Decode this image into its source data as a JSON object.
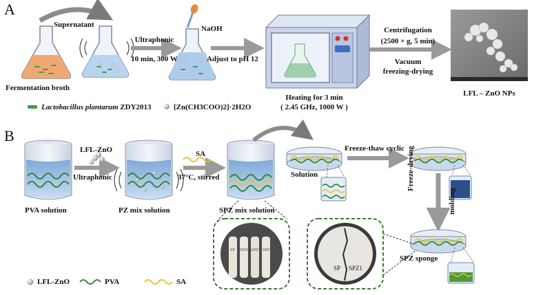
{
  "panel_a": {
    "letter": "A",
    "supernatant": "Supernatant",
    "fermentation_broth": "Fermentation broth",
    "ultraphonic": "Ultraphonic",
    "ultraphonic_cond": "10 min, 300 W",
    "naoh": "NaOH",
    "adjust_ph": "Adjust to pH 12",
    "heating_line1": "Heating for 3 min",
    "heating_line2": "( 2.45 GHz, 1000 W )",
    "centrifugation_line1": "Centrifugation",
    "centrifugation_line2": "(2500 × g, 5 min)",
    "vacuum_line1": "Vacuum",
    "vacuum_line2": "freezing-drying",
    "product": "LFL – ZnO NPs",
    "legend_bacteria": "Lactobacillus plantarum",
    "legend_bacteria_strain": "ZDY2013",
    "legend_zinc": "[Zn(CH3COO)2]·2H2O"
  },
  "panel_b": {
    "letter": "B",
    "pva_solution": "PVA solution",
    "lfl_zno": "LFL-ZnO",
    "ultraphonic": "Ultraphonic",
    "pz_mix": "PZ mix solution",
    "sa": "SA",
    "stir_cond": "37°C, stirred",
    "spz_mix": "SPZ mix solution",
    "solution": "Solution",
    "freeze_thaw": "Freeze-thaw cyclic",
    "freeze_drying": "Freeze-drying",
    "molding": "molding",
    "spz_sponge": "SPZ sponge",
    "photo_sp": "SP",
    "photo_spz1": "SPZ1",
    "tube_labels": [
      "SP",
      "SPZ0.5",
      "SPZ1",
      "SPZ2"
    ],
    "legend_lflzno": "LFL-ZnO",
    "legend_pva": "PVA",
    "legend_sa": "SA"
  },
  "colors": {
    "broth": "#f0a872",
    "liquid_blue": "#9fc4e8",
    "pva_green": "#2f8a3a",
    "sa_yellow": "#e7c533",
    "arrow_gray": "#9a9a9a",
    "dashed_green": "#3d7a2f",
    "microwave_body": "#c8d4ea"
  }
}
